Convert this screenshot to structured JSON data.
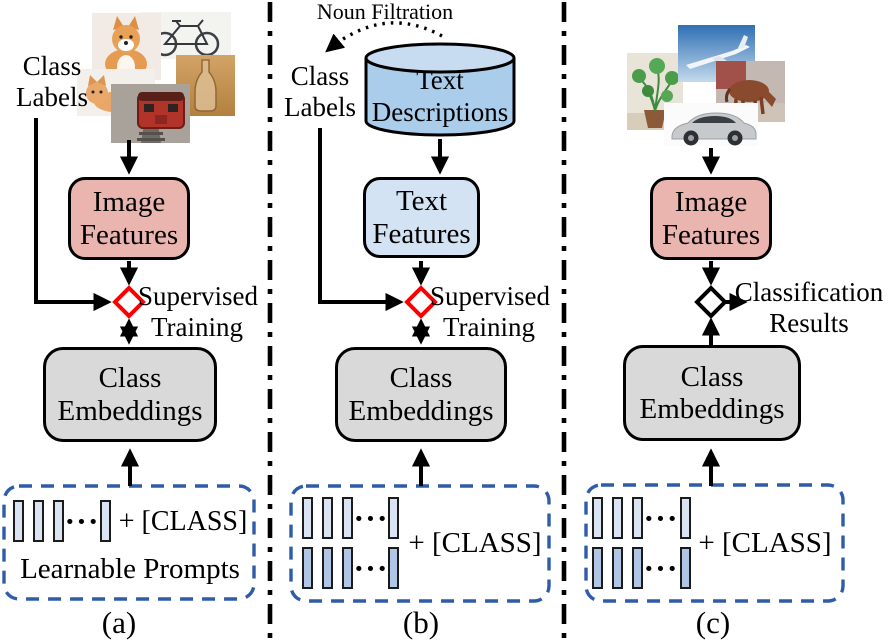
{
  "figure": {
    "colors": {
      "image_features_fill": "#EAB4AF",
      "text_features_fill": "#D3E3F4",
      "cylinder_body_fill": "#AACDEC",
      "cylinder_top_fill": "#C8DCF1",
      "class_embeddings_fill": "#D9D9D9",
      "prompt_bar_light": "#DBE4F2",
      "prompt_bar_dark": "#B1C5E5",
      "prompt_border_blue": "#2E5CA9",
      "diamond_red": "#FB0000",
      "line_black": "#000000"
    },
    "panel_a": {
      "caption": "(a)",
      "class_labels": "Class Labels",
      "photos": [
        "shiba-dog",
        "bicycle",
        "cat",
        "bottle",
        "red-train"
      ],
      "image_features": "Image Features",
      "supervised_training": "Supervised Training",
      "class_embeddings": "Class Embeddings",
      "dots": "···",
      "plus_class": "+ [CLASS]",
      "learnable_prompts": "Learnable Prompts",
      "prompt_rows": 1,
      "bars_per_row": 4
    },
    "panel_b": {
      "caption": "(b)",
      "noun_filtration": "Noun Filtration",
      "class_labels": "Class Labels",
      "text_descriptions": "Text Descriptions",
      "text_features": "Text Features",
      "supervised_training": "Supervised Training",
      "class_embeddings": "Class Embeddings",
      "dots": "···",
      "plus_class": "+ [CLASS]",
      "prompt_rows": 2,
      "bars_per_row": 4
    },
    "panel_c": {
      "caption": "(c)",
      "photos": [
        "houseplant",
        "airplane",
        "horse",
        "silver-car"
      ],
      "image_features": "Image Features",
      "classification_results": "Classification Results",
      "class_embeddings": "Class Embeddings",
      "dots": "···",
      "plus_class": "+ [CLASS]",
      "prompt_rows": 2,
      "bars_per_row": 4
    }
  }
}
